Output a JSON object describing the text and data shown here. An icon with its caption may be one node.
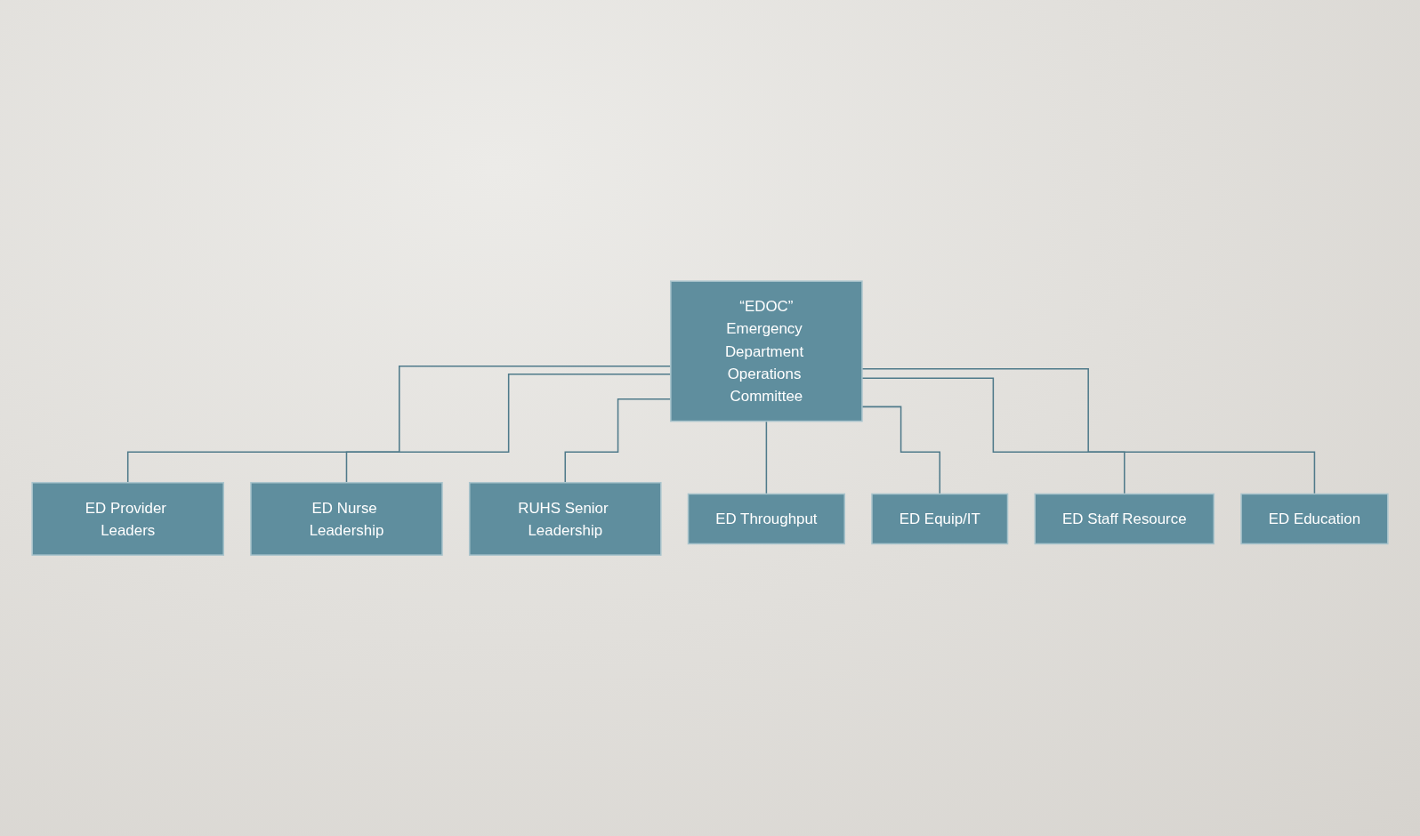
{
  "diagram": {
    "nodes": [
      {
        "text": [
          "“EDOC”",
          "Emergency Department Operations Committee"
        ]
      },
      {
        "text": [
          "ED Provider Leaders"
        ]
      },
      {
        "text": [
          "ED Nurse Leadership"
        ]
      },
      {
        "text": [
          "RUHS Senior Leadership"
        ]
      },
      {
        "text": [
          "ED Throughput"
        ]
      },
      {
        "text": [
          "ED Equip/IT"
        ]
      },
      {
        "text": [
          "ED Staff Resource"
        ]
      },
      {
        "text": [
          "ED Education"
        ]
      }
    ],
    "edges": [
      {
        "from": 0,
        "to": 1,
        "arrow": "none"
      },
      {
        "from": 0,
        "to": 2,
        "arrow": "none"
      },
      {
        "from": 0,
        "to": 3,
        "arrow": "none"
      },
      {
        "from": 0,
        "to": 4,
        "arrow": "none"
      },
      {
        "from": 0,
        "to": 5,
        "arrow": "none"
      },
      {
        "from": 0,
        "to": 6,
        "arrow": "none"
      },
      {
        "from": 0,
        "to": 7,
        "arrow": "none"
      }
    ]
  }
}
